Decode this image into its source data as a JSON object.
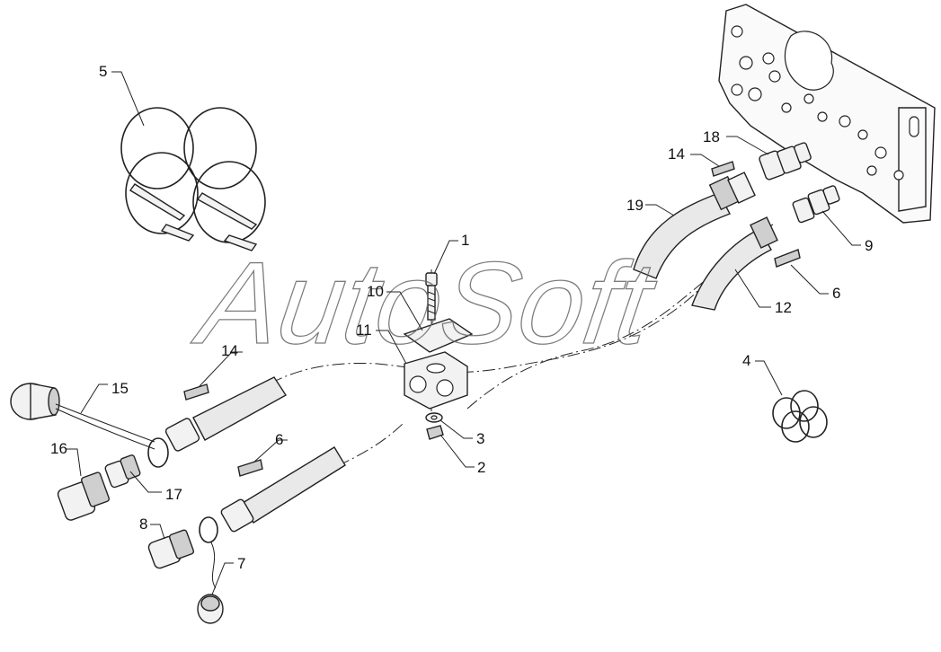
{
  "watermark": "AutoSoft",
  "callouts": {
    "c1": "1",
    "c2": "2",
    "c3": "3",
    "c4": "4",
    "c5": "5",
    "c6a": "6",
    "c6b": "6",
    "c7": "7",
    "c8": "8",
    "c9": "9",
    "c10": "10",
    "c11": "11",
    "c12": "12",
    "c14a": "14",
    "c14b": "14",
    "c15": "15",
    "c16": "16",
    "c17": "17",
    "c18": "18",
    "c19": "19"
  },
  "colors": {
    "line": "#222222",
    "watermark": "#666666",
    "background": "#ffffff"
  }
}
